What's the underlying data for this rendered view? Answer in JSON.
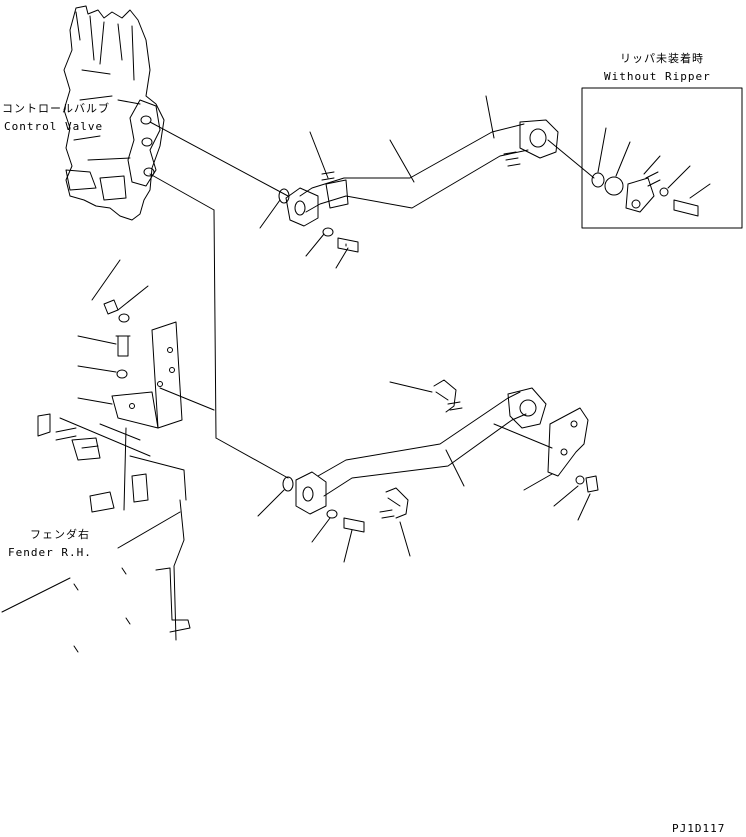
{
  "labels": {
    "control_valve_jp": "コントロールバルブ",
    "control_valve_en": "Control Valve",
    "without_ripper_jp": "リッパ未装着時",
    "without_ripper_en": "Without Ripper",
    "fender_jp": "フェンダ右",
    "fender_en": "Fender R.H.",
    "drawing_id": "PJ1D117"
  }
}
